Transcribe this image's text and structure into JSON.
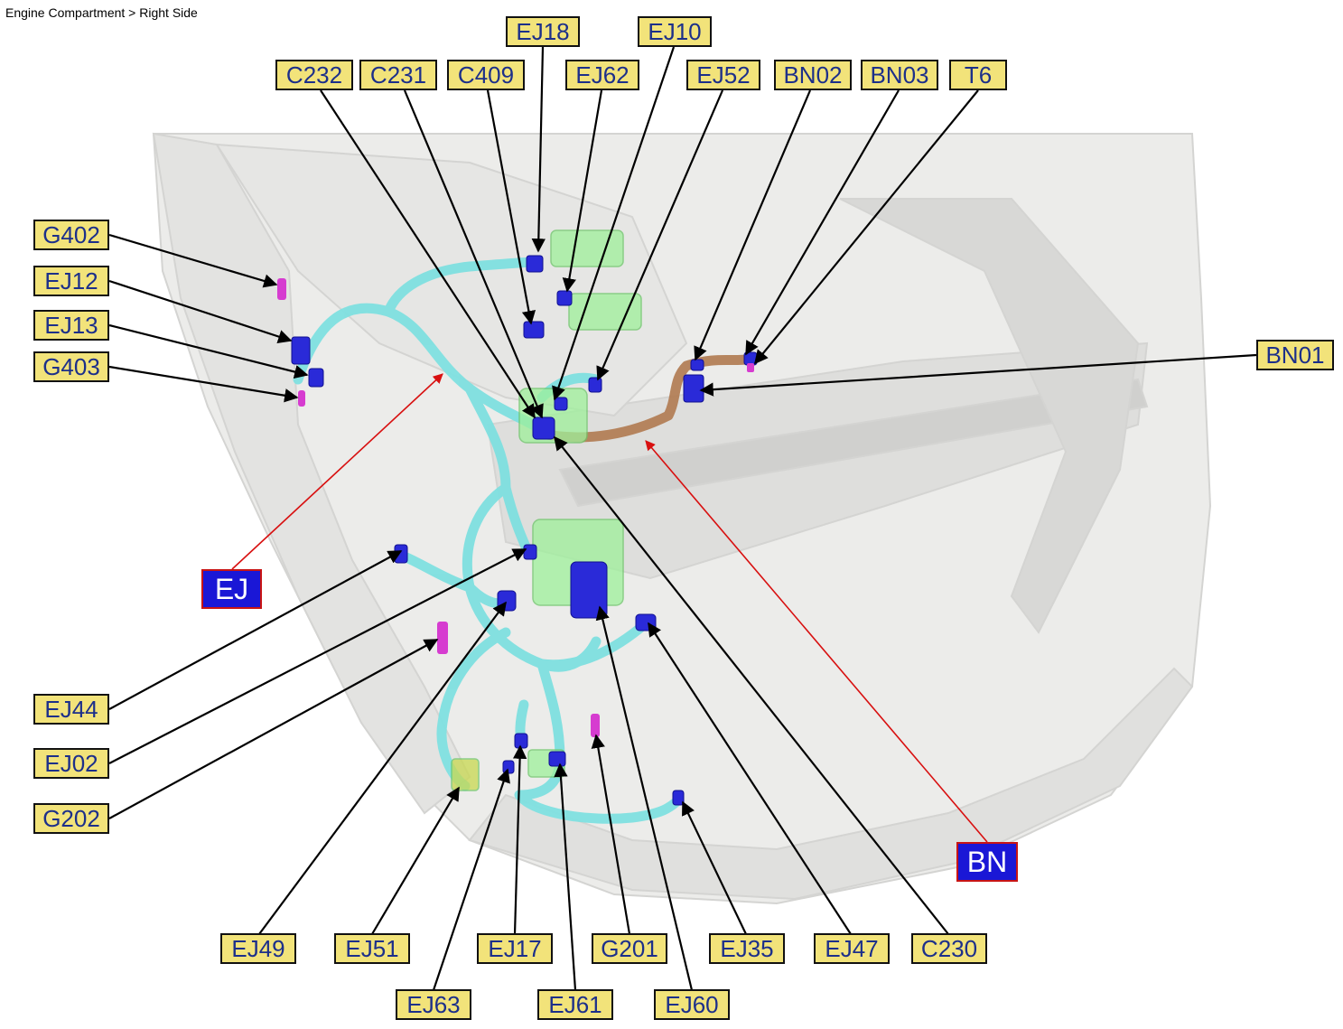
{
  "breadcrumb": "Engine Compartment > Right Side",
  "colors": {
    "callout_fill": "#f2e37a",
    "callout_text": "#1c2f8a",
    "group_fill": "#1a17d6",
    "group_border": "#c81414",
    "harness_ej": "#7fe0e0",
    "harness_bn": "#b07a50",
    "connector": "#2a2ad8",
    "ground": "#d63cd0",
    "component": "#9ef09a"
  },
  "callouts": {
    "EJ18": "EJ18",
    "EJ10": "EJ10",
    "C232": "C232",
    "C231": "C231",
    "C409": "C409",
    "EJ62": "EJ62",
    "EJ52": "EJ52",
    "BN02": "BN02",
    "BN03": "BN03",
    "T6": "T6",
    "G402": "G402",
    "EJ12": "EJ12",
    "EJ13": "EJ13",
    "G403": "G403",
    "BN01": "BN01",
    "EJ44": "EJ44",
    "EJ02": "EJ02",
    "G202": "G202",
    "EJ49": "EJ49",
    "EJ51": "EJ51",
    "EJ17": "EJ17",
    "G201": "G201",
    "EJ35": "EJ35",
    "EJ47": "EJ47",
    "C230": "C230",
    "EJ63": "EJ63",
    "EJ61": "EJ61",
    "EJ60": "EJ60"
  },
  "groups": {
    "EJ": "EJ",
    "BN": "BN"
  }
}
